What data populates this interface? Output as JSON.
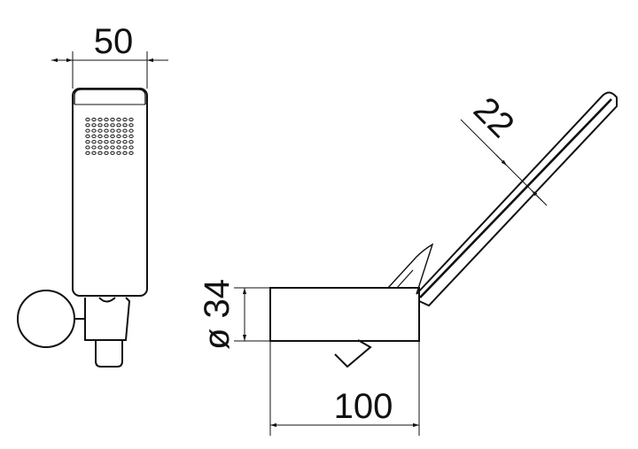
{
  "dimensions": {
    "width_label": "50",
    "diameter_label": "ø 34",
    "length_label": "100",
    "handle_label": "22"
  },
  "colors": {
    "line": "#111111",
    "background": "#ffffff"
  }
}
